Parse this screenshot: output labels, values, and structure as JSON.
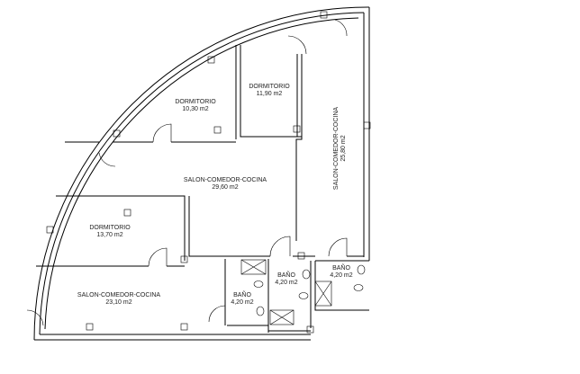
{
  "rooms": [
    {
      "name": "DORMITORIO",
      "area": "10,30 m2"
    },
    {
      "name": "DORMITORIO",
      "area": "11,90 m2"
    },
    {
      "name": "SALON-COMEDOR-COCINA",
      "area": "29,60 m2"
    },
    {
      "name": "SALON-COMEDOR-COCINA",
      "area": "25,80 m2"
    },
    {
      "name": "DORMITORIO",
      "area": "13,70 m2"
    },
    {
      "name": "SALON-COMEDOR-COCINA",
      "area": "23,10 m2"
    },
    {
      "name": "BAÑO",
      "area": "4,20 m2"
    },
    {
      "name": "BAÑO",
      "area": "4,20 m2"
    },
    {
      "name": "BAÑO",
      "area": "4,20 m2"
    }
  ]
}
